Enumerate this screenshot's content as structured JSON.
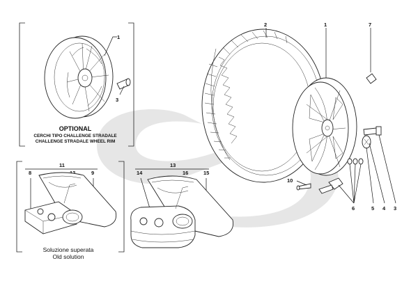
{
  "colors": {
    "watermark": "#e6e6e6",
    "ink": "#111111",
    "background": "#ffffff"
  },
  "callouts": {
    "c1_inset": "1",
    "c3_inset": "3",
    "c2": "2",
    "c1": "1",
    "c7": "7",
    "c10": "10",
    "c6": "6",
    "c5": "5",
    "c4": "4",
    "c3": "3",
    "c11": "11",
    "c8": "8",
    "c12": "12",
    "c9": "9",
    "c13": "13",
    "c14": "14",
    "c16": "16",
    "c15": "15"
  },
  "captions": {
    "optional": "OPTIONAL",
    "rim_it": "CERCHI TIPO CHALLENGE STRADALE",
    "rim_en": "CHALLENGE STRADALE WHEEL RIM",
    "old_it": "Soluzione superata",
    "old_en": "Old solution"
  }
}
